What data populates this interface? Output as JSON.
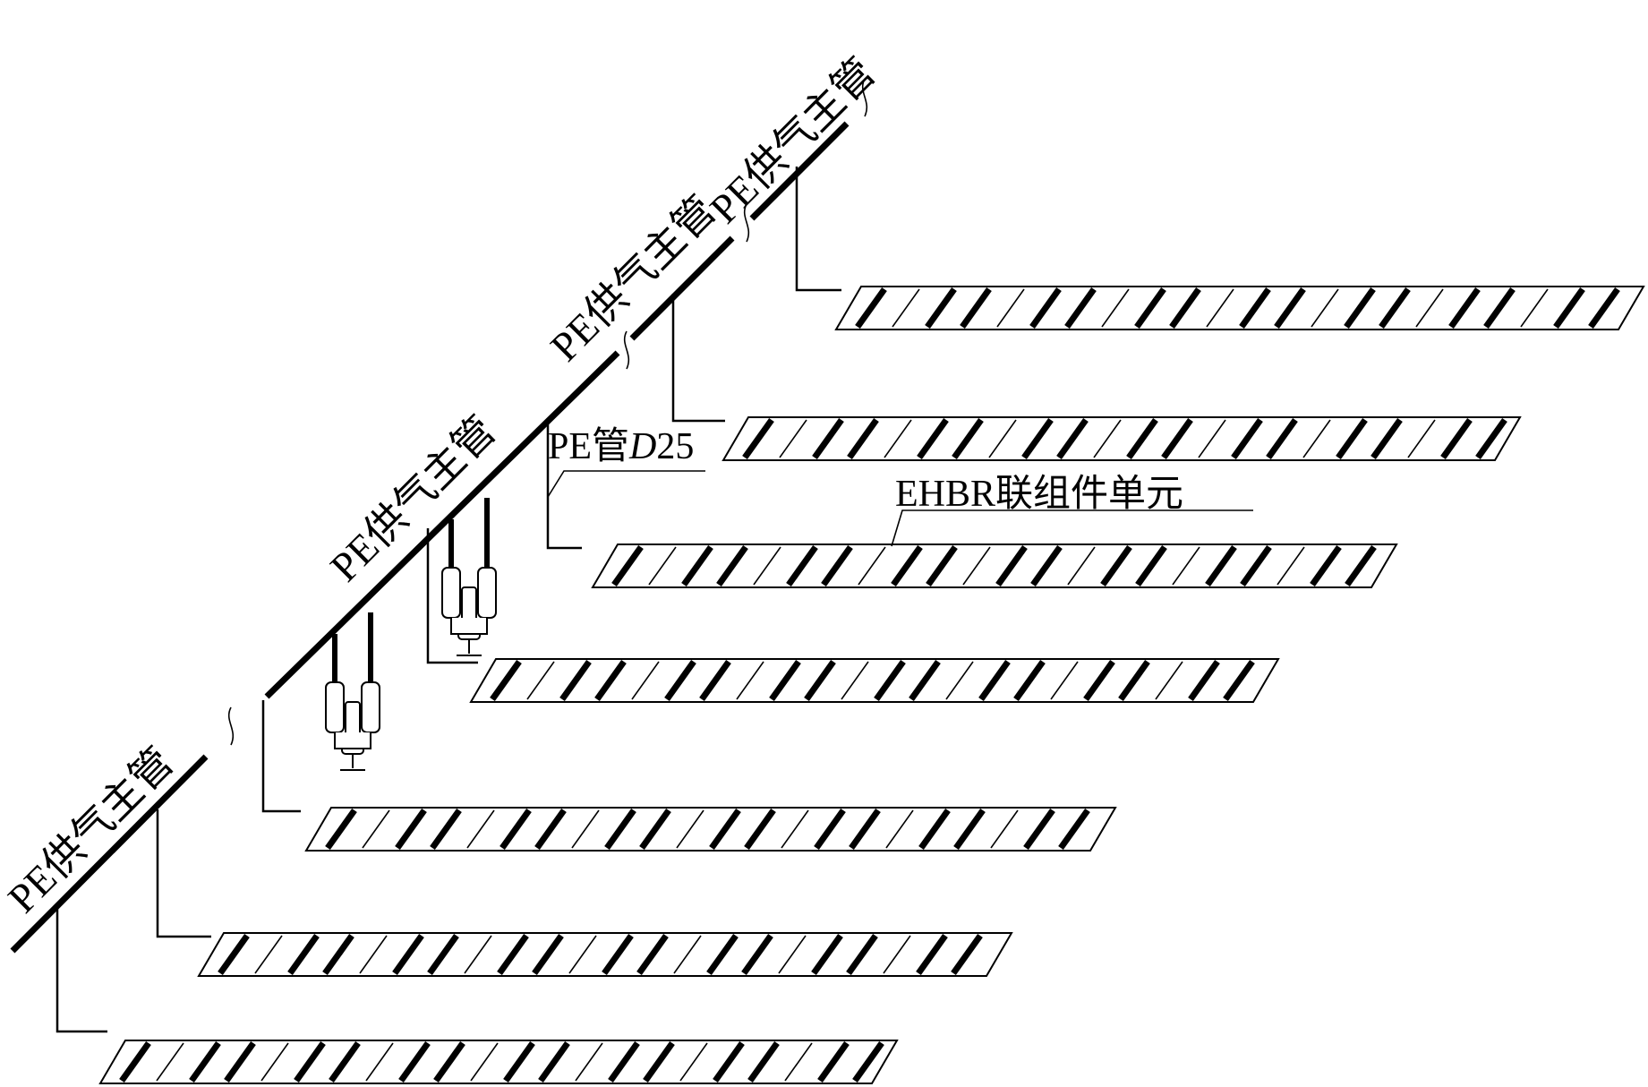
{
  "labels": {
    "main_pipe": "PE供气主管",
    "branch_pipe_prefix": "PE管",
    "branch_pipe_italic": "D",
    "branch_pipe_suffix": "25",
    "unit": "EHBR联组件单元"
  },
  "colors": {
    "line": "#000000",
    "background": "#ffffff"
  }
}
